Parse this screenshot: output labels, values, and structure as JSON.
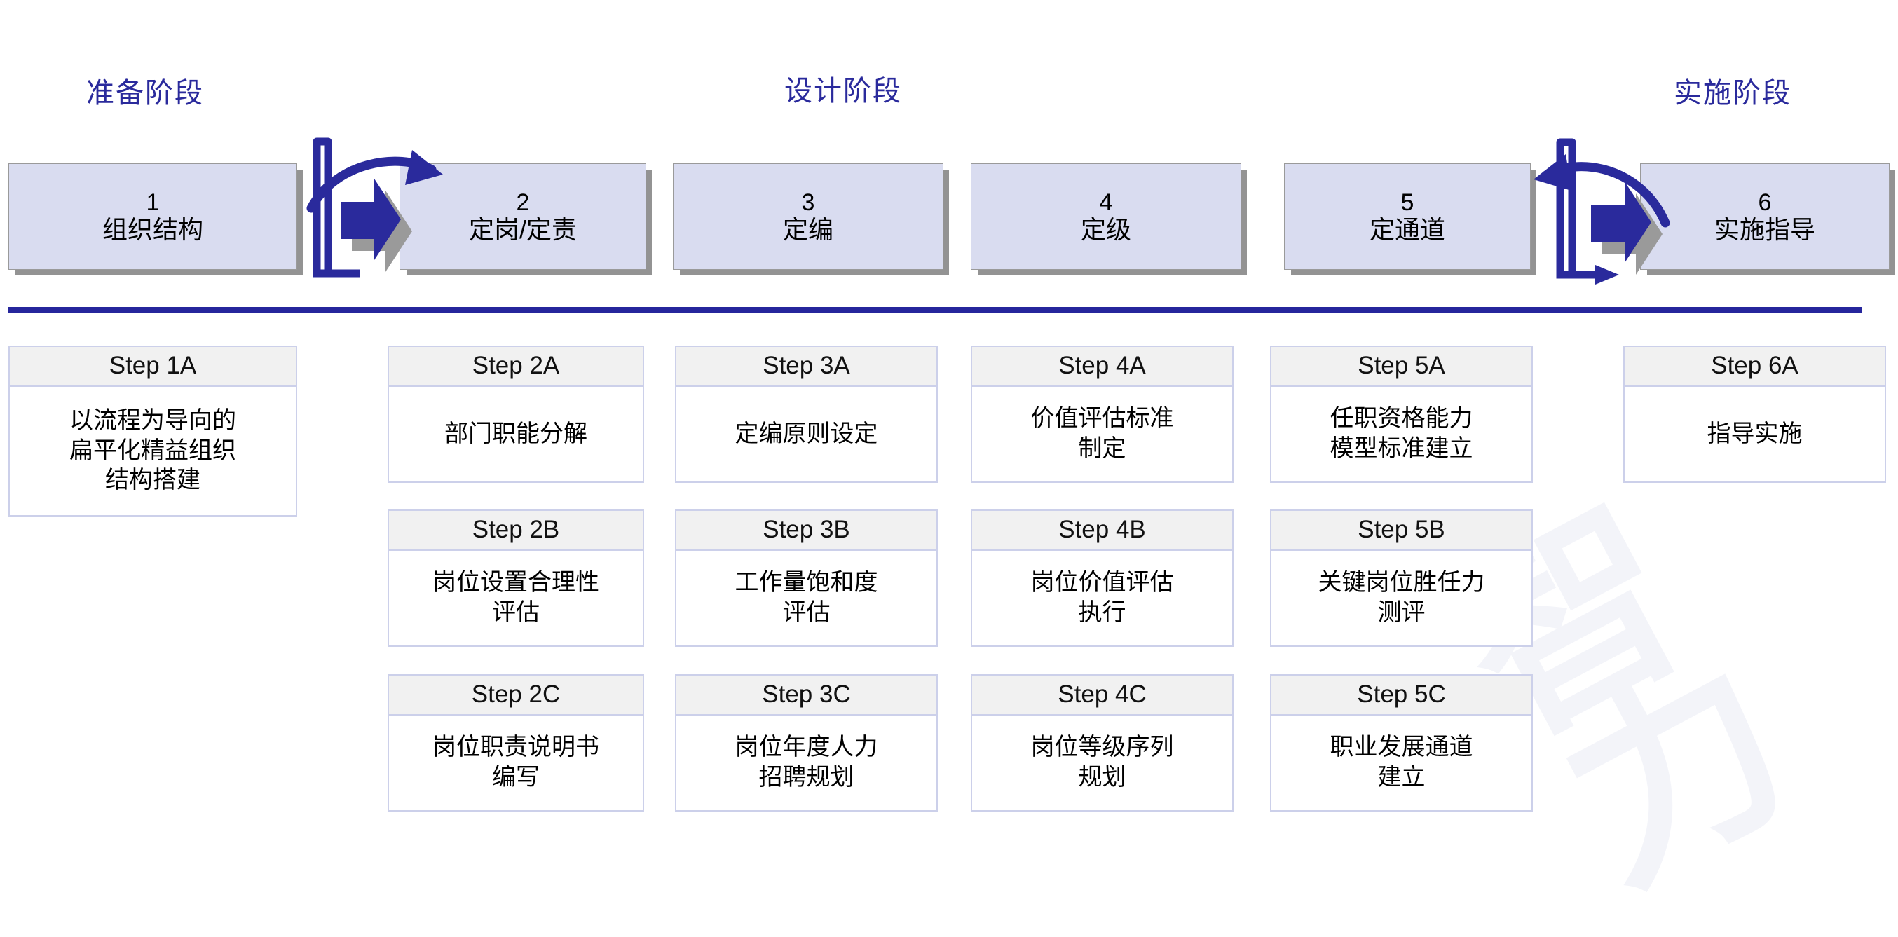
{
  "colors": {
    "phase_label": "#2a2a9c",
    "phase_box_fill": "#d9dcf0",
    "phase_box_border": "#9a9a9a",
    "divider": "#26269c",
    "arrow": "#2a2a9c",
    "arrow_shadow": "#9a9a9a",
    "card_border": "#ccd0ea",
    "card_head_fill": "#f1f1f1",
    "card_body_fill": "#ffffff"
  },
  "phase_labels": [
    {
      "text": "准备阶段"
    },
    {
      "text": "设计阶段"
    },
    {
      "text": "实施阶段"
    }
  ],
  "phases": [
    {
      "number": "1",
      "name": "组织结构"
    },
    {
      "number": "2",
      "name": "定岗/定责"
    },
    {
      "number": "3",
      "name": "定编"
    },
    {
      "number": "4",
      "name": "定级"
    },
    {
      "number": "5",
      "name": "定通道"
    },
    {
      "number": "6",
      "name": "实施指导"
    }
  ],
  "connectors": [
    {
      "name": "prep-to-design-connector",
      "direction": "right"
    },
    {
      "name": "design-to-impl-connector",
      "direction": "left"
    }
  ],
  "columns": [
    {
      "column": "1",
      "cards": [
        {
          "title": "Step 1A",
          "text": "以流程为导向的\n扁平化精益组织\n结构搭建"
        }
      ]
    },
    {
      "column": "2",
      "cards": [
        {
          "title": "Step 2A",
          "text": "部门职能分解"
        },
        {
          "title": "Step 2B",
          "text": "岗位设置合理性\n评估"
        },
        {
          "title": "Step 2C",
          "text": "岗位职责说明书\n编写"
        }
      ]
    },
    {
      "column": "3",
      "cards": [
        {
          "title": "Step 3A",
          "text": "定编原则设定"
        },
        {
          "title": "Step 3B",
          "text": "工作量饱和度\n评估"
        },
        {
          "title": "Step 3C",
          "text": "岗位年度人力\n招聘规划"
        }
      ]
    },
    {
      "column": "4",
      "cards": [
        {
          "title": "Step 4A",
          "text": "价值评估标准\n制定"
        },
        {
          "title": "Step 4B",
          "text": "岗位价值评估\n执行"
        },
        {
          "title": "Step 4C",
          "text": "岗位等级序列\n规划"
        }
      ]
    },
    {
      "column": "5",
      "cards": [
        {
          "title": "Step 5A",
          "text": "任职资格能力\n模型标准建立"
        },
        {
          "title": "Step 5B",
          "text": "关键岗位胜任力\n测评"
        },
        {
          "title": "Step 5C",
          "text": "职业发展通道\n建立"
        }
      ]
    },
    {
      "column": "6",
      "cards": [
        {
          "title": "Step 6A",
          "text": "指导实施"
        }
      ]
    }
  ],
  "watermark": {
    "line1": "智",
    "line2": "力"
  }
}
